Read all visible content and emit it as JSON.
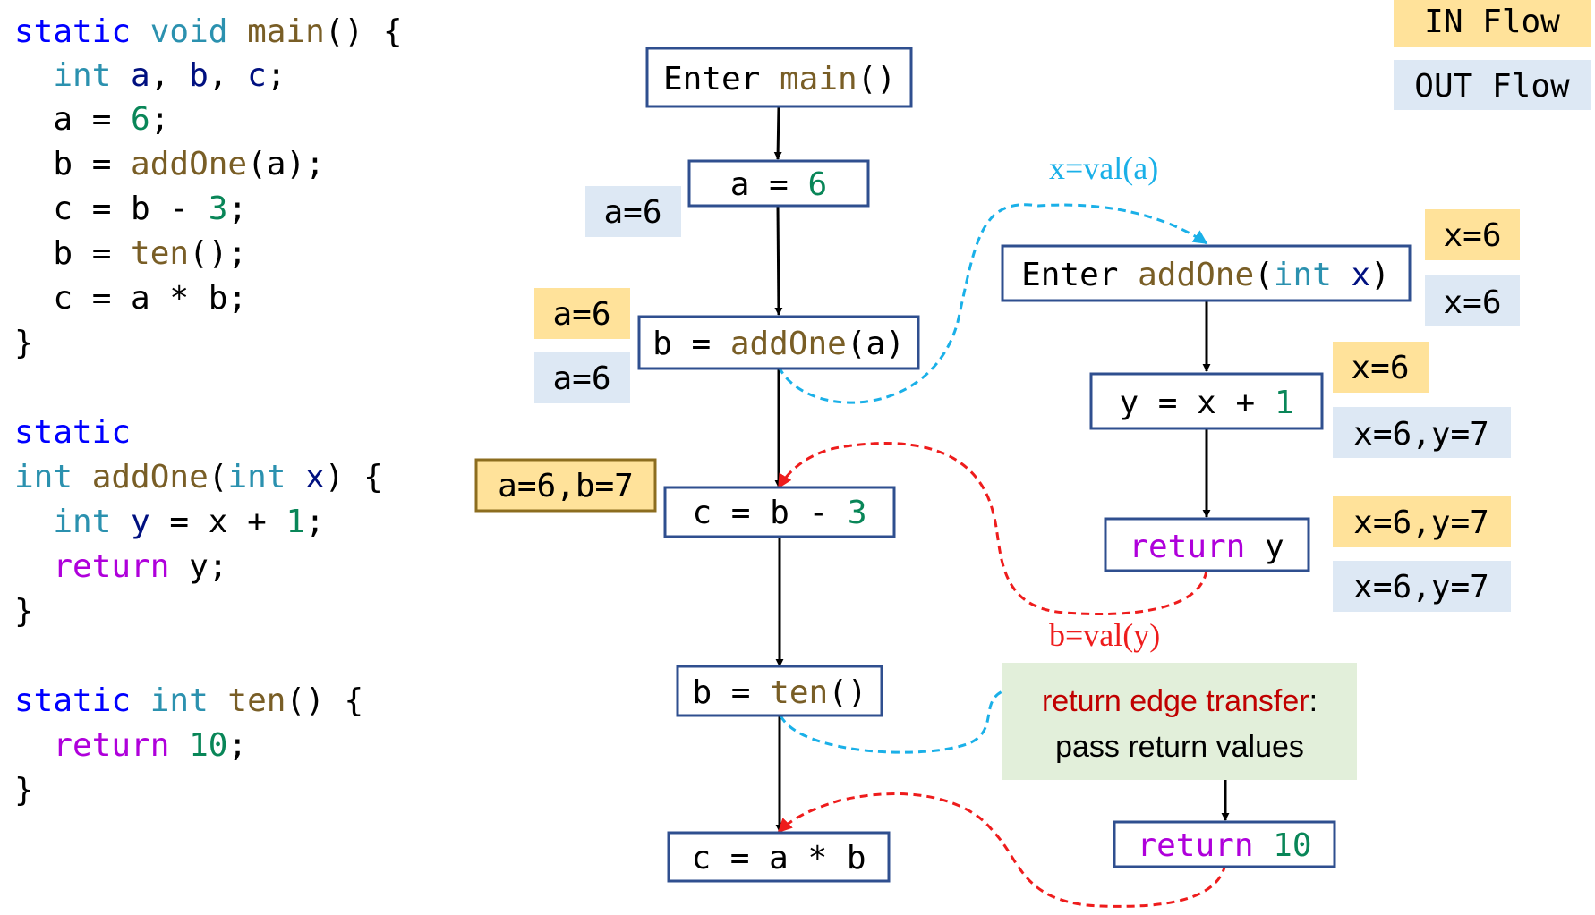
{
  "colors": {
    "keyword": "#0000ff",
    "type": "#2b91af",
    "func": "#795e26",
    "var": "#001080",
    "number": "#098658",
    "control": "#af00db",
    "plain": "#000000",
    "node_border": "#2f4f8f",
    "in_fill": "#ffe29a",
    "out_fill": "#dde8f4",
    "call_edge": "#1ab0e8",
    "return_edge": "#ee1c1c",
    "note_fill": "#e2efda",
    "note_title": "#c00000",
    "highlight_border": "#8c6d1f"
  },
  "legend": {
    "in": "IN Flow",
    "out": "OUT Flow"
  },
  "code": [
    [
      [
        "static ",
        "keyword"
      ],
      [
        "void ",
        "type"
      ],
      [
        "main",
        "func"
      ],
      [
        "() {",
        "plain"
      ]
    ],
    [
      [
        "  int ",
        "type"
      ],
      [
        "a",
        "var"
      ],
      [
        ", ",
        "plain"
      ],
      [
        "b",
        "var"
      ],
      [
        ", ",
        "plain"
      ],
      [
        "c",
        "var"
      ],
      [
        ";",
        "plain"
      ]
    ],
    [
      [
        "  a = ",
        "plain"
      ],
      [
        "6",
        "number"
      ],
      [
        ";",
        "plain"
      ]
    ],
    [
      [
        "  b = ",
        "plain"
      ],
      [
        "addOne",
        "func"
      ],
      [
        "(a);",
        "plain"
      ]
    ],
    [
      [
        "  c = b - ",
        "plain"
      ],
      [
        "3",
        "number"
      ],
      [
        ";",
        "plain"
      ]
    ],
    [
      [
        "  b = ",
        "plain"
      ],
      [
        "ten",
        "func"
      ],
      [
        "();",
        "plain"
      ]
    ],
    [
      [
        "  c = a * b;",
        "plain"
      ]
    ],
    [
      [
        "}",
        "plain"
      ]
    ],
    [],
    [
      [
        "static",
        "keyword"
      ]
    ],
    [
      [
        "int ",
        "type"
      ],
      [
        "addOne",
        "func"
      ],
      [
        "(",
        "plain"
      ],
      [
        "int ",
        "type"
      ],
      [
        "x",
        "var"
      ],
      [
        ") {",
        "plain"
      ]
    ],
    [
      [
        "  int ",
        "type"
      ],
      [
        "y",
        "var"
      ],
      [
        " = x + ",
        "plain"
      ],
      [
        "1",
        "number"
      ],
      [
        ";",
        "plain"
      ]
    ],
    [
      [
        "  return ",
        "control"
      ],
      [
        "y;",
        "plain"
      ]
    ],
    [
      [
        "}",
        "plain"
      ]
    ],
    [],
    [
      [
        "static ",
        "keyword"
      ],
      [
        "int ",
        "type"
      ],
      [
        "ten",
        "func"
      ],
      [
        "() {",
        "plain"
      ]
    ],
    [
      [
        "  return ",
        "control"
      ],
      [
        "10",
        "number"
      ],
      [
        ";",
        "plain"
      ]
    ],
    [
      [
        "}",
        "plain"
      ]
    ]
  ],
  "nodes": {
    "enter_main": [
      [
        "Enter ",
        "plain"
      ],
      [
        "main",
        "func"
      ],
      [
        "()",
        "plain"
      ]
    ],
    "assign_a": [
      [
        "a = ",
        "plain"
      ],
      [
        "6",
        "number"
      ]
    ],
    "call_addone": [
      [
        "b = ",
        "plain"
      ],
      [
        "addOne",
        "func"
      ],
      [
        "(a)",
        "plain"
      ]
    ],
    "assign_c1": [
      [
        "c = b - ",
        "plain"
      ],
      [
        "3",
        "number"
      ]
    ],
    "call_ten": [
      [
        "b = ",
        "plain"
      ],
      [
        "ten",
        "func"
      ],
      [
        "()",
        "plain"
      ]
    ],
    "assign_c2": [
      [
        "c = a * b",
        "plain"
      ]
    ],
    "enter_addone": [
      [
        "Enter ",
        "plain"
      ],
      [
        "addOne",
        "func"
      ],
      [
        "(",
        "plain"
      ],
      [
        "int ",
        "type"
      ],
      [
        "x",
        "var"
      ],
      [
        ")",
        "plain"
      ]
    ],
    "assign_y": [
      [
        "y = x + ",
        "plain"
      ],
      [
        "1",
        "number"
      ]
    ],
    "return_y": [
      [
        "return ",
        "control"
      ],
      [
        "y",
        "plain"
      ]
    ],
    "return_10": [
      [
        "return ",
        "control"
      ],
      [
        "10",
        "number"
      ]
    ]
  },
  "facts": {
    "out_a": "a=6",
    "in_call": "a=6",
    "out_call": "a=6",
    "in_c1": "a=6,b=7",
    "in_enter_addone": "x=6",
    "out_enter_addone": "x=6",
    "in_assign_y": "x=6",
    "out_assign_y": "x=6,y=7",
    "in_return_y": "x=6,y=7",
    "out_return_y": "x=6,y=7"
  },
  "edge_labels": {
    "call": "x=val(a)",
    "return": "b=val(y)"
  },
  "note": {
    "title": "return edge transfer",
    "colon": ":",
    "body": "pass return values"
  }
}
